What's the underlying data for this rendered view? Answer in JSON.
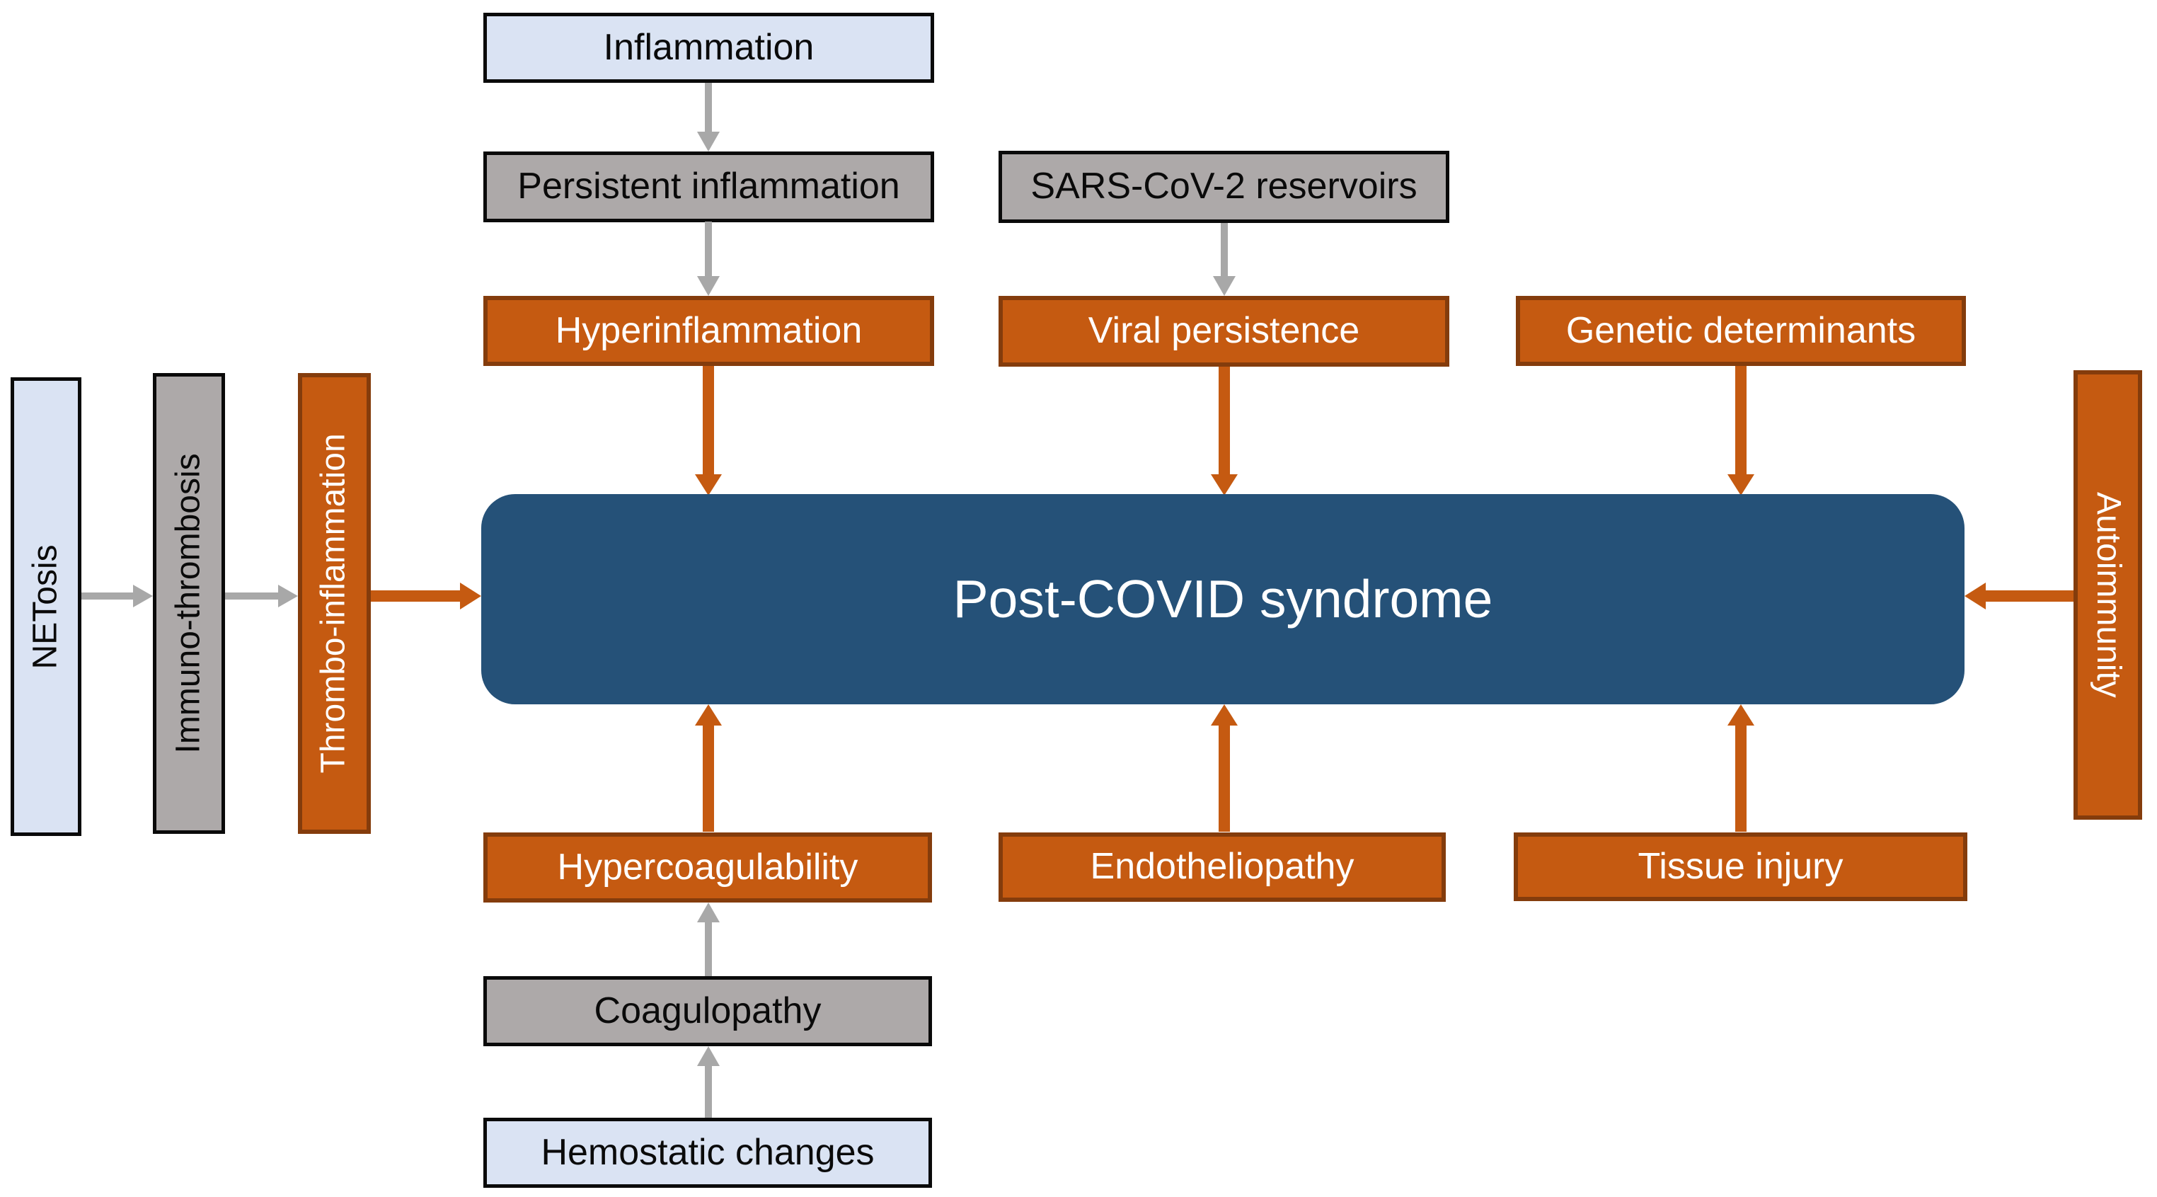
{
  "palette": {
    "orange_fill": "#C55A11",
    "orange_border": "#843C0C",
    "gray_fill": "#ADA9A9",
    "light_blue_fill": "#DAE3F3",
    "black_border": "#0A0A0A",
    "center_blue_fill": "#255178",
    "gray_arrow": "#A8A8A8",
    "text_dark": "#0A0A0A",
    "text_light": "#FFFFFF"
  },
  "center": {
    "label": "Post-COVID syndrome"
  },
  "nodes": {
    "inflammation": {
      "label": "Inflammation"
    },
    "persistent_inflammation": {
      "label": "Persistent inflammation"
    },
    "hyperinflammation": {
      "label": "Hyperinflammation"
    },
    "sars_reservoirs": {
      "label": "SARS-CoV-2 reservoirs"
    },
    "viral_persistence": {
      "label": "Viral persistence"
    },
    "genetic_determinants": {
      "label": "Genetic determinants"
    },
    "netosis": {
      "label": "NETosis"
    },
    "immuno_thrombosis": {
      "label": "Immuno-thrombosis"
    },
    "thrombo_inflammation": {
      "label": "Thrombo-inflammation"
    },
    "autoimmunity": {
      "label": "Autoimmunity"
    },
    "hypercoagulability": {
      "label": "Hypercoagulability"
    },
    "coagulopathy": {
      "label": "Coagulopathy"
    },
    "hemostatic_changes": {
      "label": "Hemostatic changes"
    },
    "endotheliopathy": {
      "label": "Endotheliopathy"
    },
    "tissue_injury": {
      "label": "Tissue injury"
    }
  },
  "connectors": [
    {
      "from": "inflammation",
      "to": "persistent_inflammation",
      "color": "gray"
    },
    {
      "from": "persistent_inflammation",
      "to": "hyperinflammation",
      "color": "gray"
    },
    {
      "from": "hyperinflammation",
      "to": "post_covid_syndrome",
      "color": "orange"
    },
    {
      "from": "sars_reservoirs",
      "to": "viral_persistence",
      "color": "gray"
    },
    {
      "from": "viral_persistence",
      "to": "post_covid_syndrome",
      "color": "orange"
    },
    {
      "from": "genetic_determinants",
      "to": "post_covid_syndrome",
      "color": "orange"
    },
    {
      "from": "netosis",
      "to": "immuno_thrombosis",
      "color": "gray"
    },
    {
      "from": "immuno_thrombosis",
      "to": "thrombo_inflammation",
      "color": "gray"
    },
    {
      "from": "thrombo_inflammation",
      "to": "post_covid_syndrome",
      "color": "orange"
    },
    {
      "from": "autoimmunity",
      "to": "post_covid_syndrome",
      "color": "orange"
    },
    {
      "from": "hemostatic_changes",
      "to": "coagulopathy",
      "color": "gray"
    },
    {
      "from": "coagulopathy",
      "to": "hypercoagulability",
      "color": "gray"
    },
    {
      "from": "hypercoagulability",
      "to": "post_covid_syndrome",
      "color": "orange"
    },
    {
      "from": "endotheliopathy",
      "to": "post_covid_syndrome",
      "color": "orange"
    },
    {
      "from": "tissue_injury",
      "to": "post_covid_syndrome",
      "color": "orange"
    }
  ]
}
